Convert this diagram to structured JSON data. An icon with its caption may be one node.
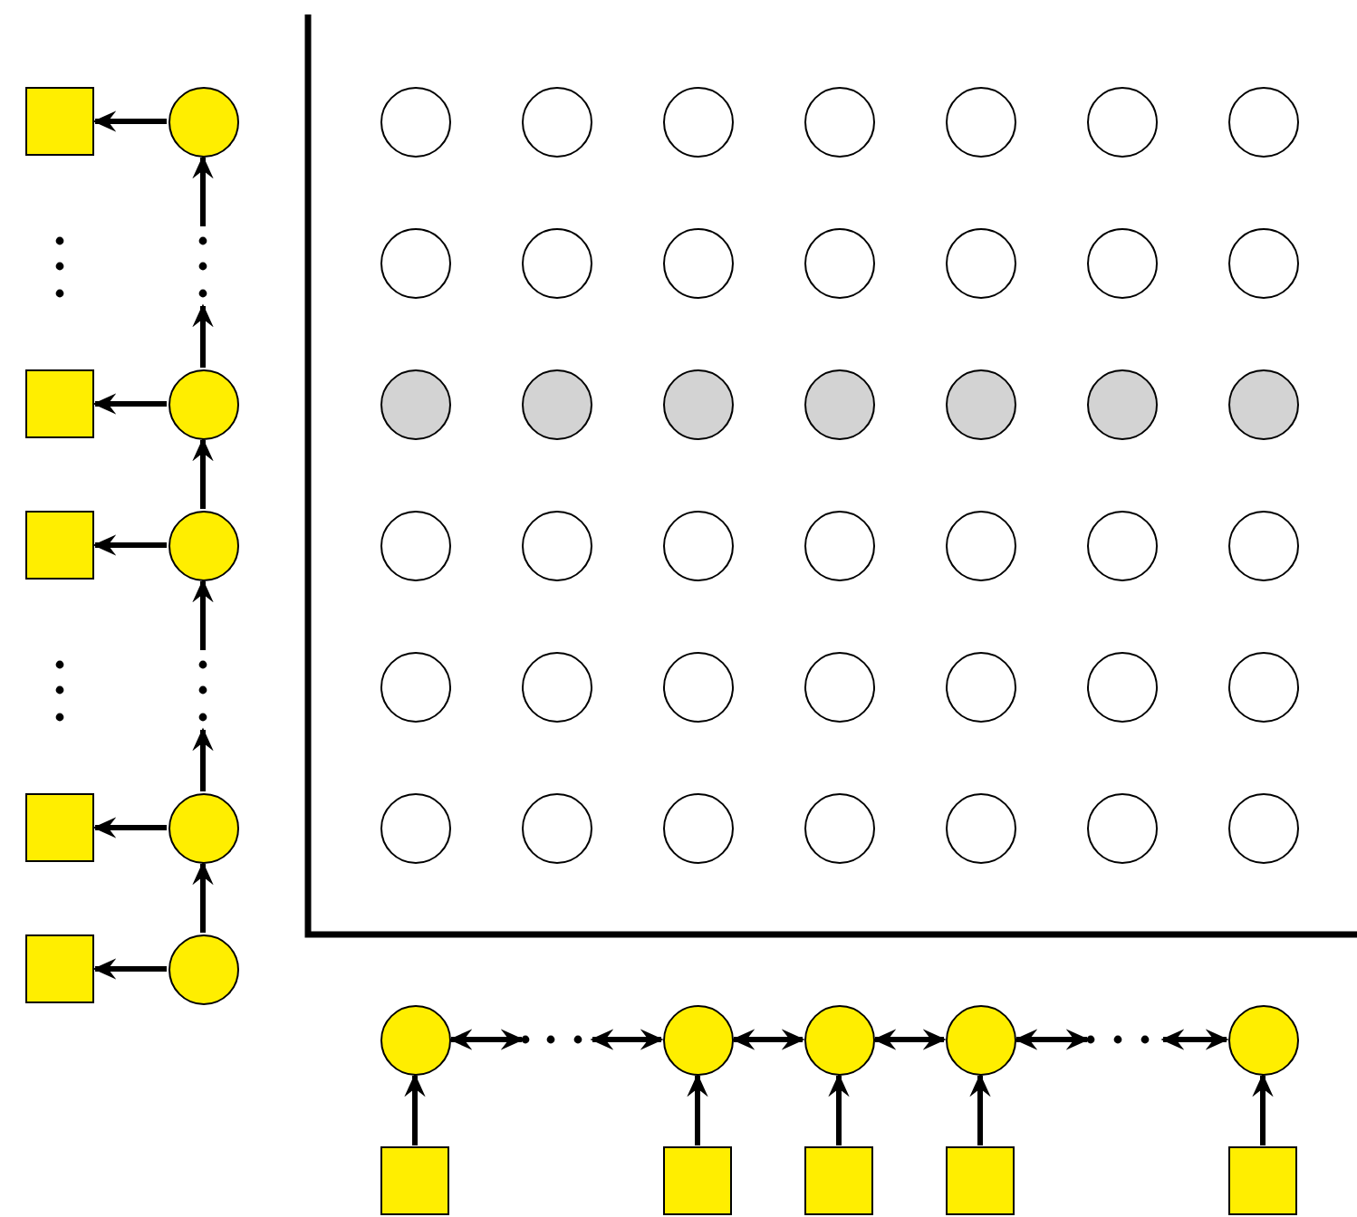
{
  "diagram": {
    "nodes": [
      {
        "text": [],
        "shape": "box"
      },
      {
        "text": [],
        "shape": "circle"
      },
      {
        "text": [],
        "shape": "box"
      },
      {
        "text": [],
        "shape": "circle"
      },
      {
        "text": [],
        "shape": "box"
      },
      {
        "text": [],
        "shape": "circle"
      },
      {
        "text": [],
        "shape": "box"
      },
      {
        "text": [],
        "shape": "circle"
      },
      {
        "text": [],
        "shape": "box"
      },
      {
        "text": [],
        "shape": "circle"
      },
      {
        "text": [],
        "shape": "circle"
      },
      {
        "text": [],
        "shape": "circle"
      },
      {
        "text": [],
        "shape": "circle"
      },
      {
        "text": [],
        "shape": "circle"
      },
      {
        "text": [],
        "shape": "circle"
      },
      {
        "text": [],
        "shape": "circle"
      },
      {
        "text": [],
        "shape": "circle"
      },
      {
        "text": [],
        "shape": "circle"
      },
      {
        "text": [],
        "shape": "circle"
      },
      {
        "text": [],
        "shape": "circle"
      },
      {
        "text": [],
        "shape": "circle"
      },
      {
        "text": [],
        "shape": "circle"
      },
      {
        "text": [],
        "shape": "circle"
      },
      {
        "text": [],
        "shape": "circle"
      },
      {
        "text": [],
        "shape": "circle"
      },
      {
        "text": [],
        "shape": "circle"
      },
      {
        "text": [],
        "shape": "circle"
      },
      {
        "text": [],
        "shape": "circle"
      },
      {
        "text": [],
        "shape": "circle"
      },
      {
        "text": [],
        "shape": "circle"
      },
      {
        "text": [],
        "shape": "circle"
      },
      {
        "text": [],
        "shape": "circle"
      },
      {
        "text": [],
        "shape": "circle"
      },
      {
        "text": [],
        "shape": "circle"
      },
      {
        "text": [],
        "shape": "circle"
      },
      {
        "text": [],
        "shape": "circle"
      },
      {
        "text": [],
        "shape": "circle"
      },
      {
        "text": [],
        "shape": "circle"
      },
      {
        "text": [],
        "shape": "circle"
      },
      {
        "text": [],
        "shape": "circle"
      },
      {
        "text": [],
        "shape": "circle"
      },
      {
        "text": [],
        "shape": "circle"
      },
      {
        "text": [],
        "shape": "circle"
      },
      {
        "text": [],
        "shape": "circle"
      },
      {
        "text": [],
        "shape": "circle"
      },
      {
        "text": [],
        "shape": "circle"
      },
      {
        "text": [],
        "shape": "circle"
      },
      {
        "text": [],
        "shape": "circle"
      },
      {
        "text": [],
        "shape": "circle"
      },
      {
        "text": [],
        "shape": "circle"
      },
      {
        "text": [],
        "shape": "circle"
      },
      {
        "text": [],
        "shape": "circle"
      },
      {
        "text": [],
        "shape": "circle"
      },
      {
        "text": [],
        "shape": "circle"
      },
      {
        "text": [],
        "shape": "circle"
      },
      {
        "text": [],
        "shape": "circle"
      },
      {
        "text": [],
        "shape": "circle"
      },
      {
        "text": [],
        "shape": "box"
      },
      {
        "text": [],
        "shape": "box"
      },
      {
        "text": [],
        "shape": "box"
      },
      {
        "text": [],
        "shape": "box"
      },
      {
        "text": [],
        "shape": "box"
      }
    ],
    "edges": [
      {
        "from": 1,
        "to": 0,
        "arrow": "to"
      },
      {
        "from": 3,
        "to": 2,
        "arrow": "to"
      },
      {
        "from": 5,
        "to": 4,
        "arrow": "to"
      },
      {
        "from": 7,
        "to": 6,
        "arrow": "to"
      },
      {
        "from": 9,
        "to": 8,
        "arrow": "to"
      },
      {
        "from": 9,
        "to": 7,
        "arrow": "to"
      },
      {
        "from": 7,
        "to": null,
        "arrow": "to"
      },
      {
        "from": null,
        "to": 5,
        "arrow": "to"
      },
      {
        "from": 5,
        "to": 3,
        "arrow": "to"
      },
      {
        "from": 3,
        "to": null,
        "arrow": "to"
      },
      {
        "from": null,
        "to": 1,
        "arrow": "to"
      },
      {
        "from": 57,
        "to": 52,
        "arrow": "to"
      },
      {
        "from": 58,
        "to": 53,
        "arrow": "to"
      },
      {
        "from": 59,
        "to": 54,
        "arrow": "to"
      },
      {
        "from": 60,
        "to": 55,
        "arrow": "to"
      },
      {
        "from": 61,
        "to": 56,
        "arrow": "to"
      },
      {
        "from": 52,
        "to": null,
        "arrow": "both"
      },
      {
        "from": null,
        "to": 53,
        "arrow": "both"
      },
      {
        "from": 53,
        "to": 54,
        "arrow": "both"
      },
      {
        "from": 54,
        "to": 55,
        "arrow": "both"
      },
      {
        "from": 55,
        "to": null,
        "arrow": "both"
      },
      {
        "from": null,
        "to": 56,
        "arrow": "both"
      }
    ]
  }
}
